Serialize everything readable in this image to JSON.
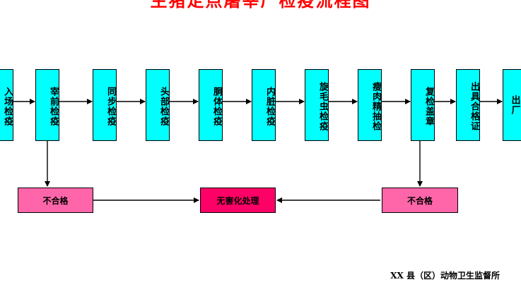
{
  "title": "生猪定点屠宰厂检疫流程图",
  "steps": [
    "入场检疫",
    "宰前检疫",
    "同步检疫",
    "头部检疫",
    "胴体检疫",
    "内脏检疫",
    "旋毛虫检疫",
    "瘦肉精抽检",
    "复检盖章",
    "出具合格证",
    "出厂"
  ],
  "fail_left": "不合格",
  "treatment": "无害化处理",
  "fail_right": "不合格",
  "footer": "XX 县（区）动物卫生监督所",
  "colors": {
    "step_fill": "#00ffff",
    "fail_fill": "#ff66aa",
    "treatment_fill": "#ff0066",
    "title": "#ff0000"
  }
}
